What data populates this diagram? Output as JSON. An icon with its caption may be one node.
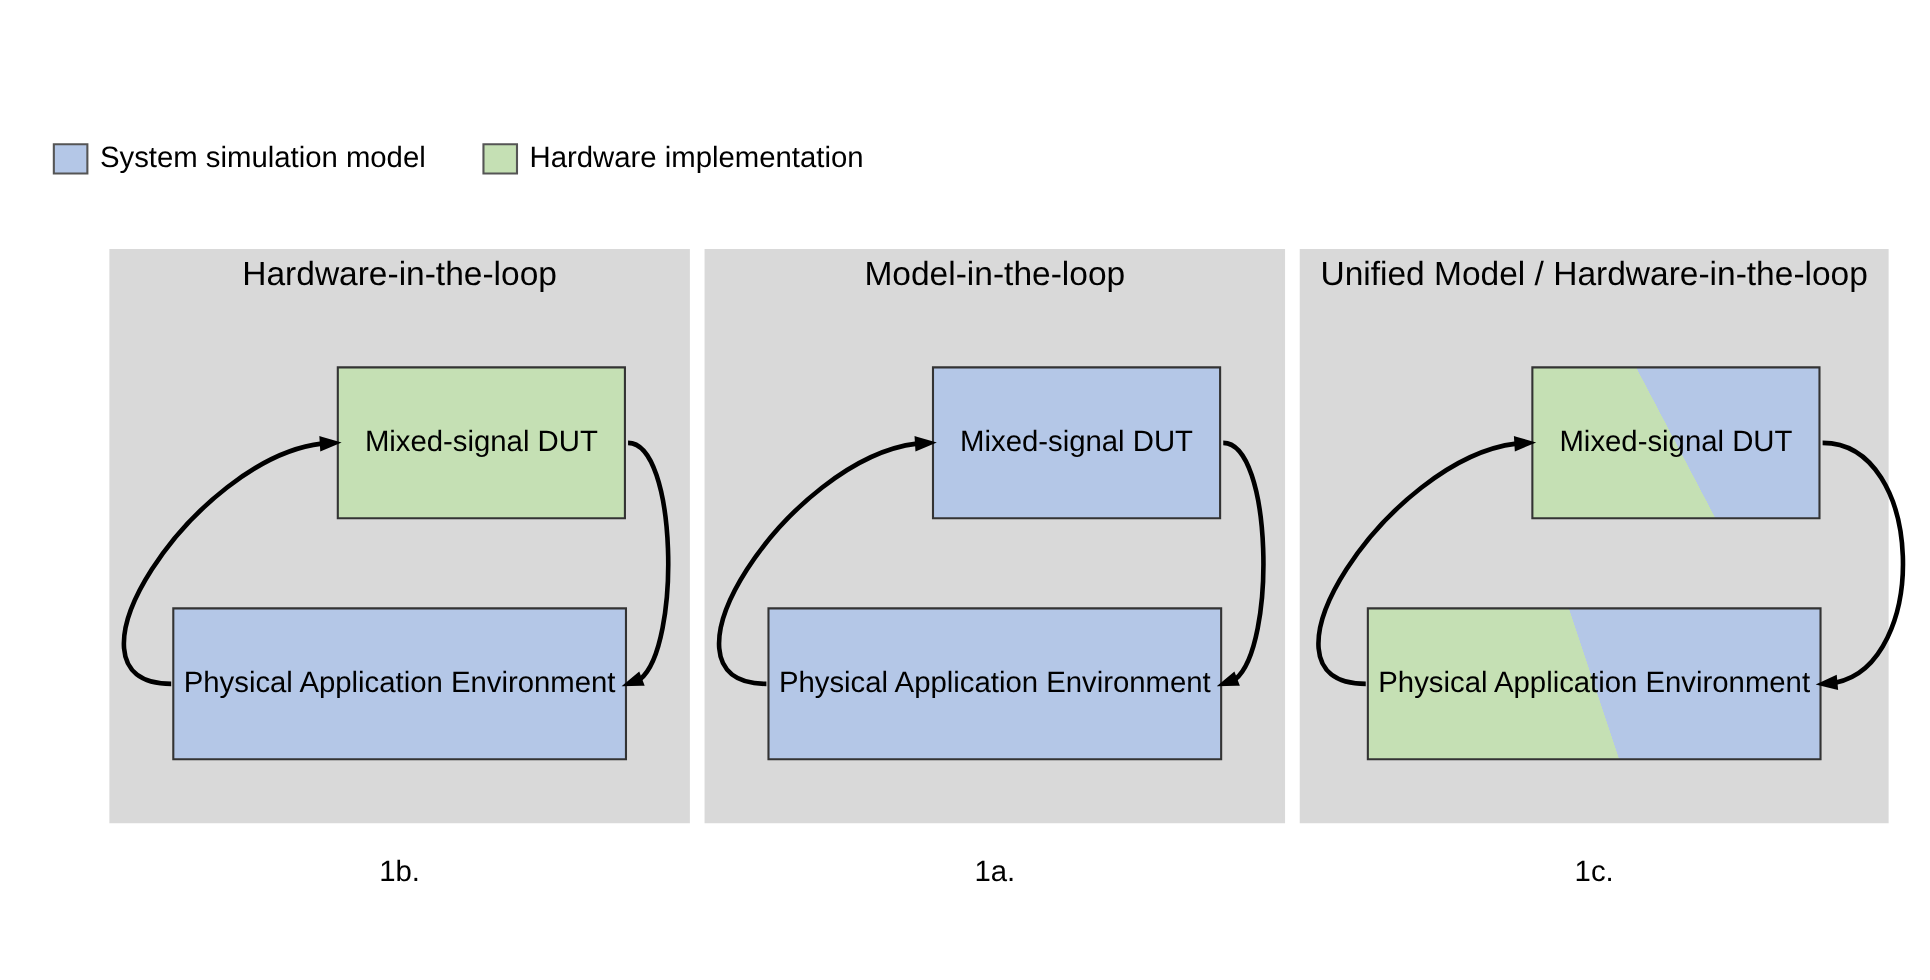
{
  "diagram": {
    "nodes": [
      {
        "text": [
          "Model-in-the-loop"
        ]
      },
      {
        "text": [
          "Mixed-signal DUT"
        ],
        "in": 0
      },
      {
        "text": [
          "Physical Application Environment"
        ],
        "in": 0
      },
      {
        "text": [
          "Hardware-in-the-loop"
        ]
      },
      {
        "text": [
          "Mixed-signal DUT"
        ],
        "in": 3
      },
      {
        "text": [
          "Physical Application Environment"
        ],
        "in": 3
      },
      {
        "text": [
          "Unified Model / Hardware-in-the-loop"
        ]
      },
      {
        "text": [
          "Mixed-signal DUT"
        ],
        "in": 6
      },
      {
        "text": [
          "Physical Application Environment"
        ],
        "in": 6
      }
    ],
    "edges": [
      {
        "from": 1,
        "to": 2,
        "arrow": "to"
      },
      {
        "from": 2,
        "to": 1,
        "arrow": "to"
      },
      {
        "from": 4,
        "to": 5,
        "arrow": "to"
      },
      {
        "from": 5,
        "to": 4,
        "arrow": "to"
      },
      {
        "from": 7,
        "to": 8,
        "arrow": "to"
      },
      {
        "from": 8,
        "to": 7,
        "arrow": "to"
      }
    ],
    "labels": [
      "1a.",
      "1b.",
      "1c."
    ],
    "legend": [
      {
        "text": "System simulation model",
        "color": "#b4c7e7"
      },
      {
        "text": "Hardware implementation",
        "color": "#c5e0b4"
      }
    ]
  }
}
